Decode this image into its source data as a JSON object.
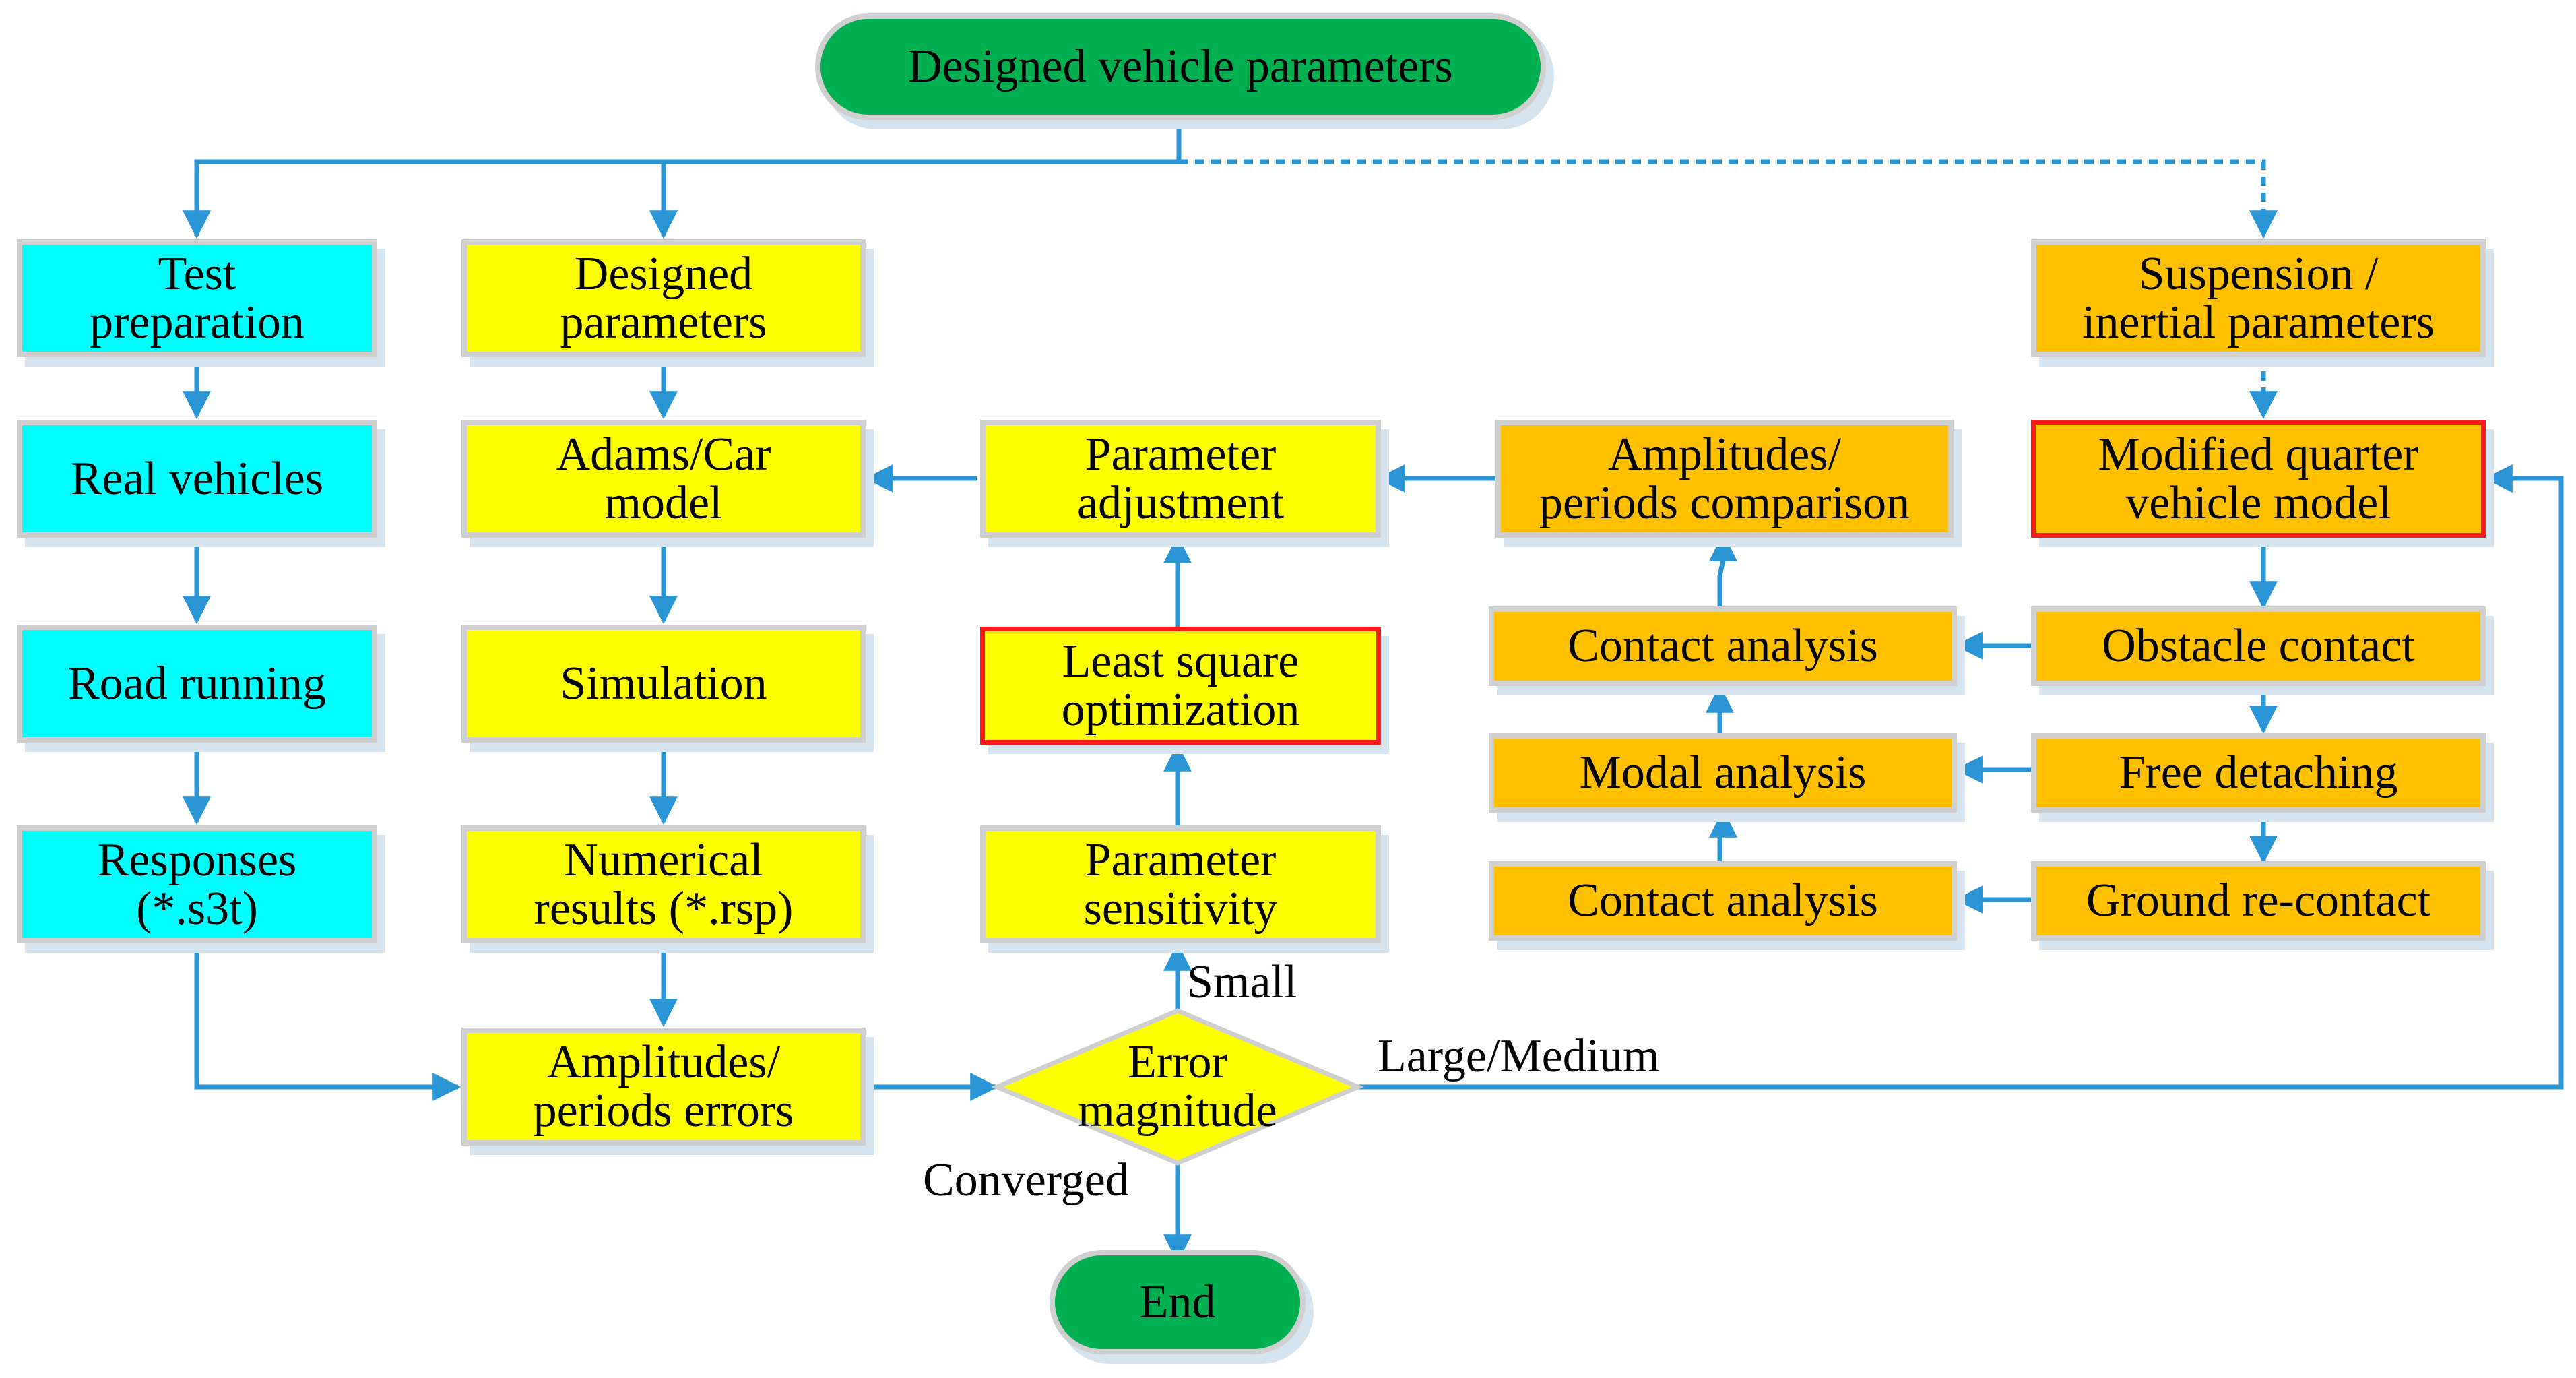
{
  "colors": {
    "connector": "#2a96d6",
    "test_nodes": "#00ffff",
    "model_nodes": "#ffff00",
    "modified_model_nodes": "#ffc000",
    "terminal_nodes": "#00b050",
    "highlight_border": "#ff1a1a"
  },
  "start": "Designed vehicle parameters",
  "end": "End",
  "test_column": {
    "preparation": "Test\npreparation",
    "vehicles": "Real vehicles",
    "road": "Road running",
    "responses": "Responses\n(*.s3t)"
  },
  "model_column": {
    "params": "Designed\nparameters",
    "adams": "Adams/Car\nmodel",
    "simulation": "Simulation",
    "numerical": "Numerical\nresults (*.rsp)",
    "errors": "Amplitudes/\nperiods errors"
  },
  "optimization_column": {
    "adjustment": "Parameter\nadjustment",
    "least_square": "Least square\noptimization",
    "sensitivity": "Parameter\nsensitivity",
    "error_magnitude": "Error\nmagnitude"
  },
  "analysis_column": {
    "comparison": "Amplitudes/\nperiods comparison",
    "contact1": "Contact analysis",
    "modal": "Modal analysis",
    "contact2": "Contact analysis"
  },
  "quarter_column": {
    "suspension": "Suspension /\ninertial parameters",
    "modified": "Modified quarter\nvehicle model",
    "obstacle": "Obstacle contact",
    "detaching": "Free detaching",
    "recontact": "Ground re-contact"
  },
  "edge_labels": {
    "small": "Small",
    "large_medium": "Large/Medium",
    "converged": "Converged"
  }
}
